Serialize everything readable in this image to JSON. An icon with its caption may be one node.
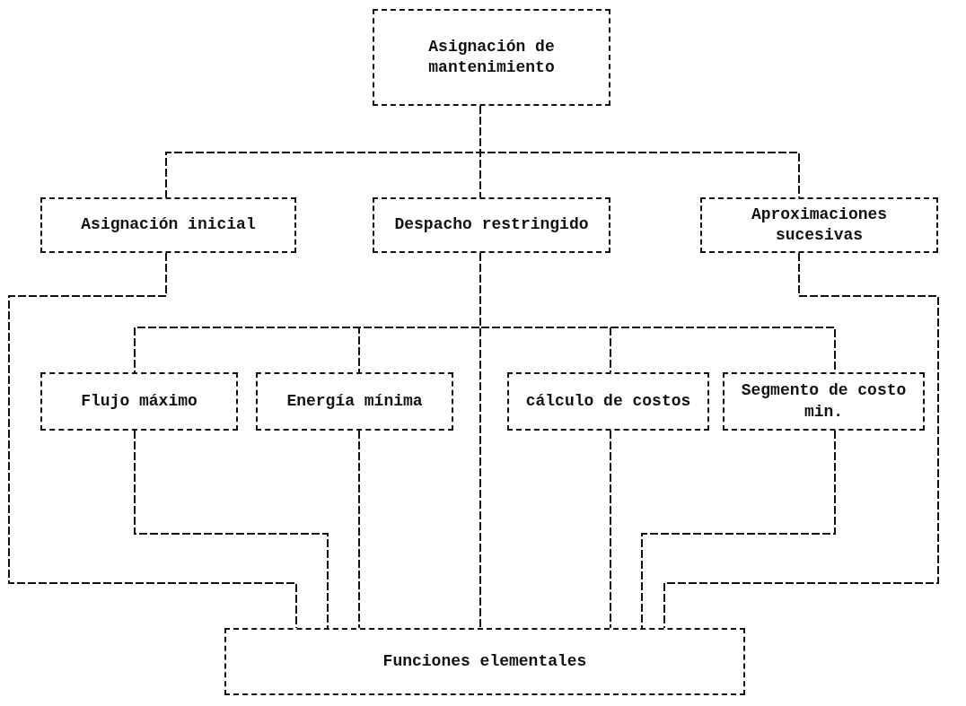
{
  "diagram": {
    "nodes": [
      {
        "text": [
          "Asignación de mantenimiento"
        ]
      },
      {
        "text": [
          "Asignación inicial"
        ]
      },
      {
        "text": [
          "Despacho restringido"
        ]
      },
      {
        "text": [
          "Aproximaciones sucesivas"
        ]
      },
      {
        "text": [
          "Flujo máximo"
        ]
      },
      {
        "text": [
          "Energía mínima"
        ]
      },
      {
        "text": [
          "cálculo de costos"
        ]
      },
      {
        "text": [
          "Segmento de costo min."
        ]
      },
      {
        "text": [
          "Funciones elementales"
        ]
      }
    ],
    "edges": [
      {
        "from": 0,
        "to": 1,
        "arrow": "none"
      },
      {
        "from": 0,
        "to": 2,
        "arrow": "none"
      },
      {
        "from": 0,
        "to": 3,
        "arrow": "none"
      },
      {
        "from": 2,
        "to": 4,
        "arrow": "none"
      },
      {
        "from": 2,
        "to": 5,
        "arrow": "none"
      },
      {
        "from": 2,
        "to": 6,
        "arrow": "none"
      },
      {
        "from": 2,
        "to": 7,
        "arrow": "none"
      },
      {
        "from": 2,
        "to": 8,
        "arrow": "none"
      },
      {
        "from": 1,
        "to": 8,
        "arrow": "none"
      },
      {
        "from": 3,
        "to": 8,
        "arrow": "none"
      },
      {
        "from": 4,
        "to": 8,
        "arrow": "none"
      },
      {
        "from": 5,
        "to": 8,
        "arrow": "none"
      },
      {
        "from": 6,
        "to": 8,
        "arrow": "none"
      },
      {
        "from": 7,
        "to": 8,
        "arrow": "none"
      }
    ]
  }
}
